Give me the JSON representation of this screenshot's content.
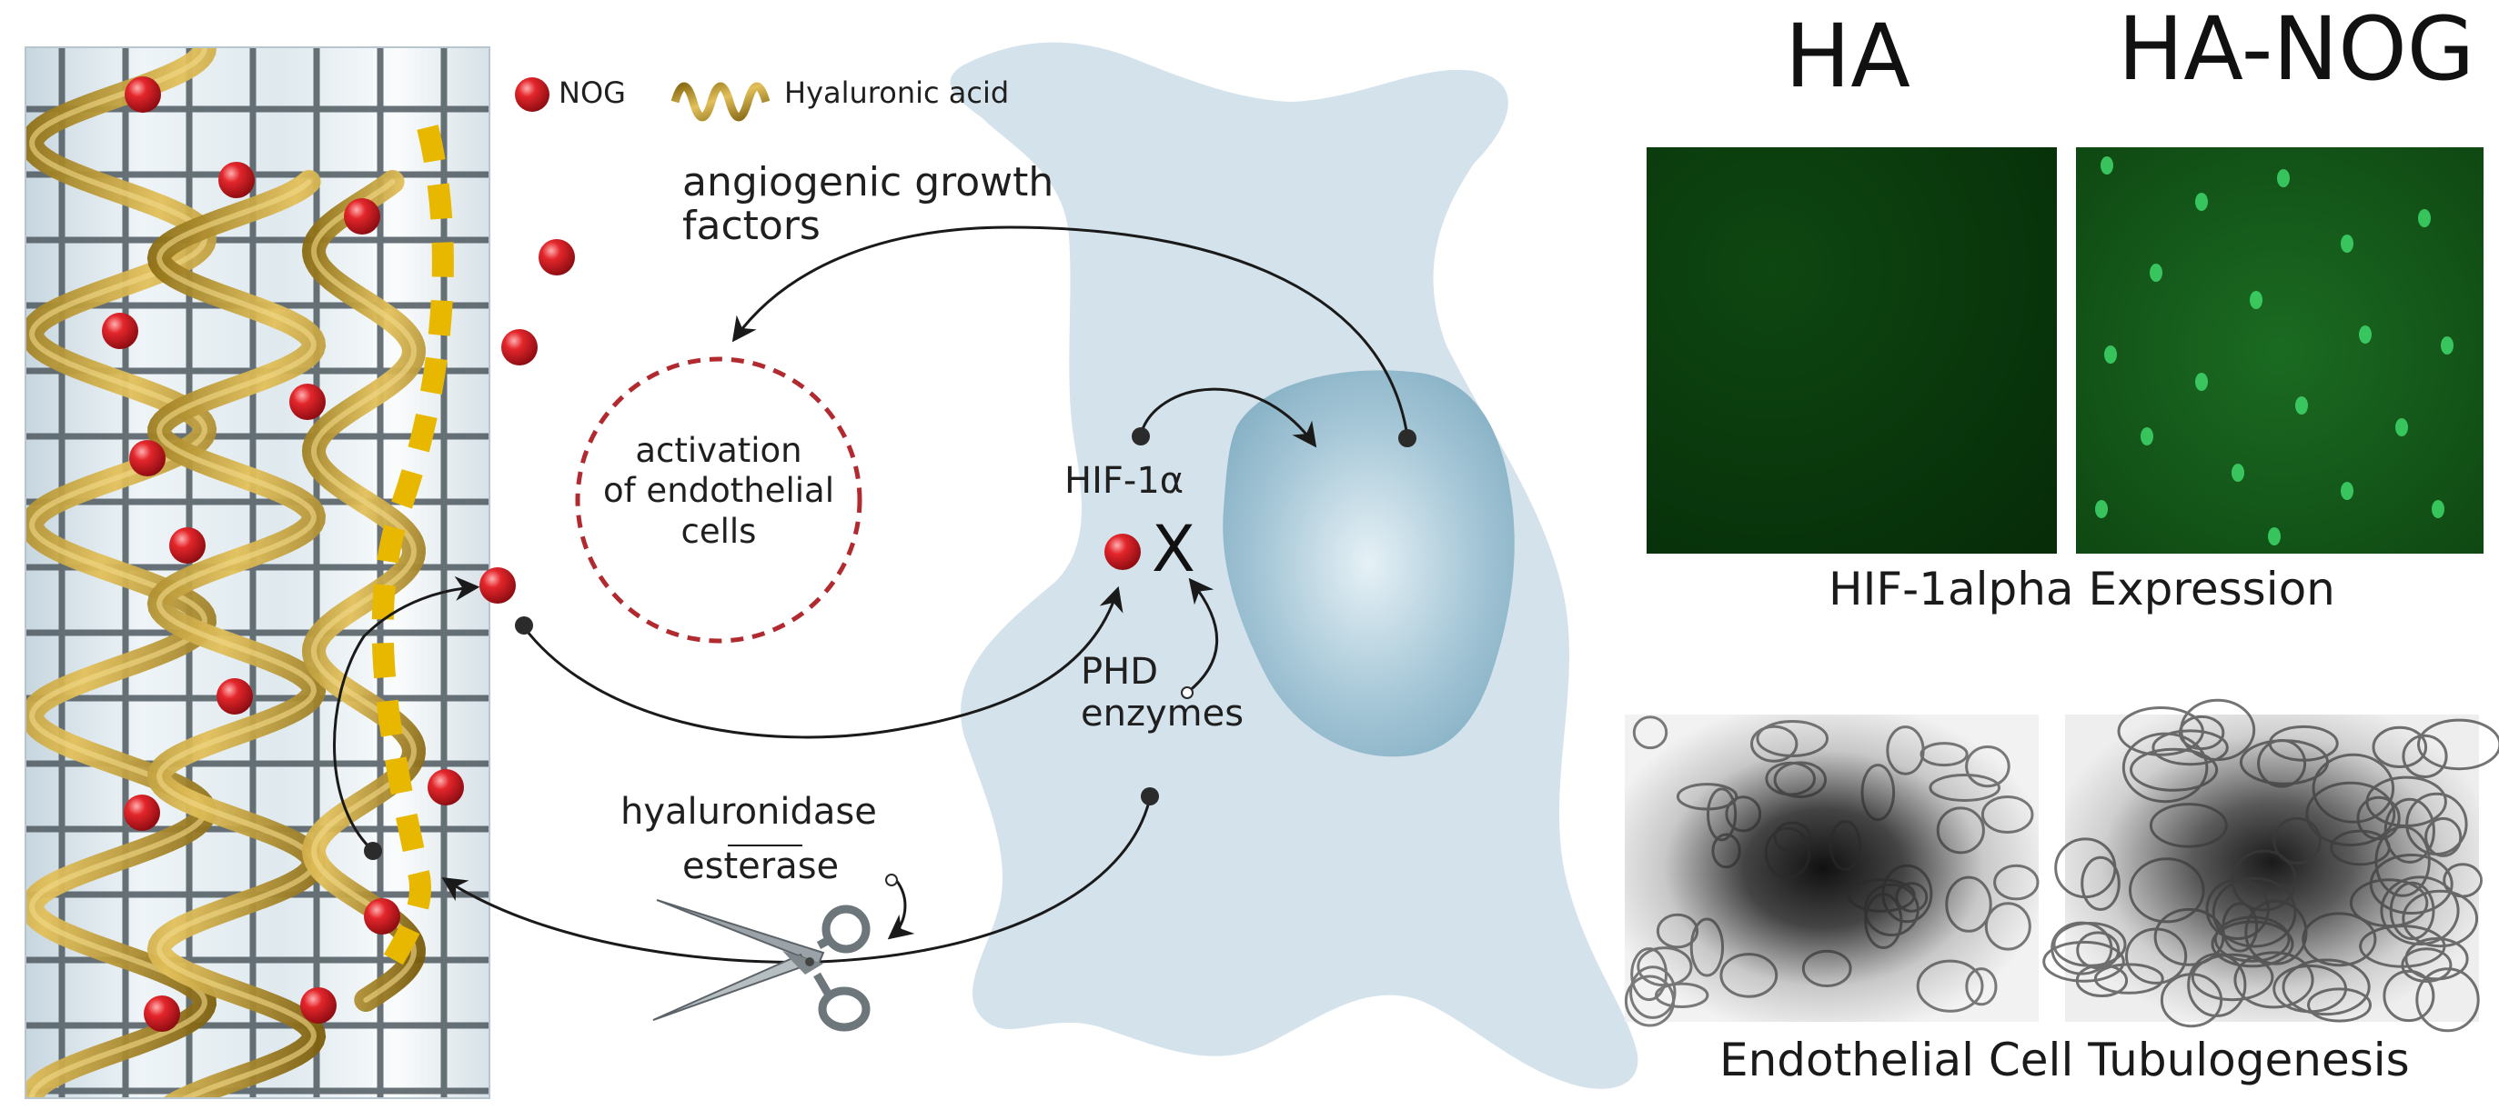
{
  "legend": {
    "nog_label": "NOG",
    "ha_label": "Hyaluronic acid"
  },
  "diagram": {
    "growth_factors_line1": "angiogenic growth",
    "growth_factors_line2": "factors",
    "activation_line1": "activation",
    "activation_line2": "of endothelial",
    "activation_line3": "cells",
    "hif": "HIF-1α",
    "inhibition_mark": "X",
    "phd_line1": "PHD",
    "phd_line2": "enzymes",
    "enzyme_line1": "hyaluronidase",
    "enzyme_line2": "esterase"
  },
  "panels": {
    "col_ha": "HA",
    "col_hanog": "HA-NOG",
    "caption_hif": "HIF-1alpha Expression",
    "caption_tubulo": "Endothelial Cell Tubulogenesis"
  },
  "colors": {
    "nog_red": "#d71920",
    "ha_gold": "#c9a227",
    "dash_yellow": "#e8b800",
    "cell_fill": "#d6e4ec",
    "nucleus_fill": "#8fb7cc",
    "dashed_circle": "#b02a2f",
    "fluor_green": "#0f4a12"
  }
}
